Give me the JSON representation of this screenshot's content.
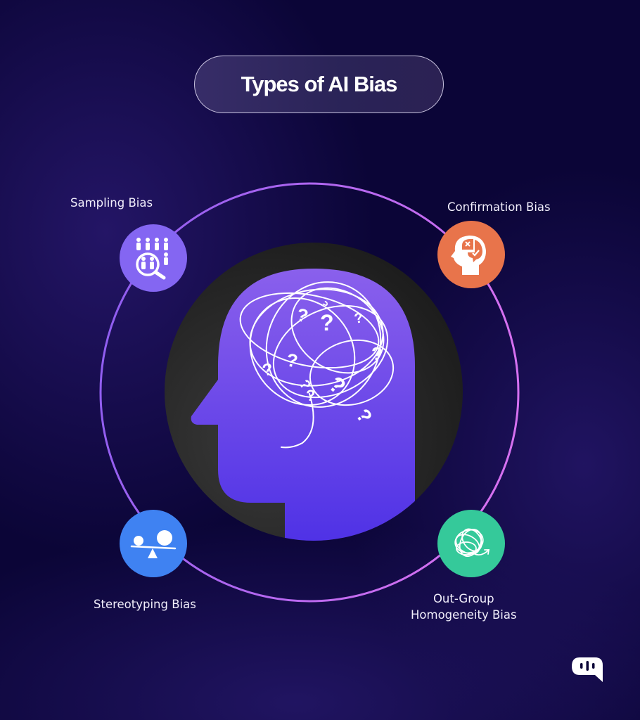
{
  "title": "Types of AI Bias",
  "center_illustration": {
    "icon": "confused-head-scribble-icon",
    "head_gradient": [
      "#8a60ec",
      "#4f32e6"
    ],
    "backdrop_color": "#2b2b2b"
  },
  "ring": {
    "gradient": [
      "#8a5cf0",
      "#d570f0"
    ]
  },
  "bias_types": [
    {
      "label": "Sampling Bias",
      "icon": "people-magnifier-icon",
      "color": "#8466f2"
    },
    {
      "label": "Confirmation Bias",
      "icon": "head-check-cross-icon",
      "color": "#e8744b"
    },
    {
      "label": "Stereotyping Bias",
      "icon": "seesaw-scale-icon",
      "color": "#3f82f2"
    },
    {
      "label_line1": "Out-Group",
      "label_line2": "Homogeneity Bias",
      "icon": "tangled-arrow-icon",
      "color": "#35c99a"
    }
  ],
  "brand": {
    "icon": "chat-bubble-logo-icon"
  }
}
